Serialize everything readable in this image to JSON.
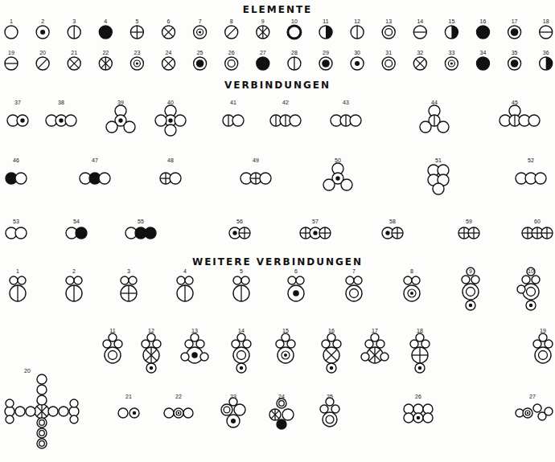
{
  "diagram": {
    "labels": [
      "ELEMENTE",
      "1",
      "2",
      "3",
      "4",
      "5",
      "6",
      "7",
      "8",
      "9",
      "10",
      "11",
      "12",
      "13",
      "14",
      "15",
      "16",
      "17",
      "18",
      "19",
      "20",
      "21",
      "22",
      "23",
      "24",
      "25",
      "26",
      "27",
      "28",
      "29",
      "30",
      "31",
      "32",
      "33",
      "34",
      "35",
      "36",
      "VERBINDUNGEN",
      "37",
      "38",
      "39",
      "40",
      "41",
      "42",
      "43",
      "44",
      "45",
      "46",
      "47",
      "48",
      "49",
      "50",
      "51",
      "52",
      "53",
      "54",
      "55",
      "56",
      "57",
      "58",
      "59",
      "60",
      "WEITERE VERBINDUNGEN",
      "1",
      "2",
      "3",
      "4",
      "5",
      "6",
      "7",
      "8",
      "9",
      "10",
      "11",
      "12",
      "13",
      "14",
      "15",
      "16",
      "17",
      "18",
      "19",
      "20",
      "21",
      "22",
      "23",
      "24",
      "25",
      "26",
      "27"
    ]
  }
}
